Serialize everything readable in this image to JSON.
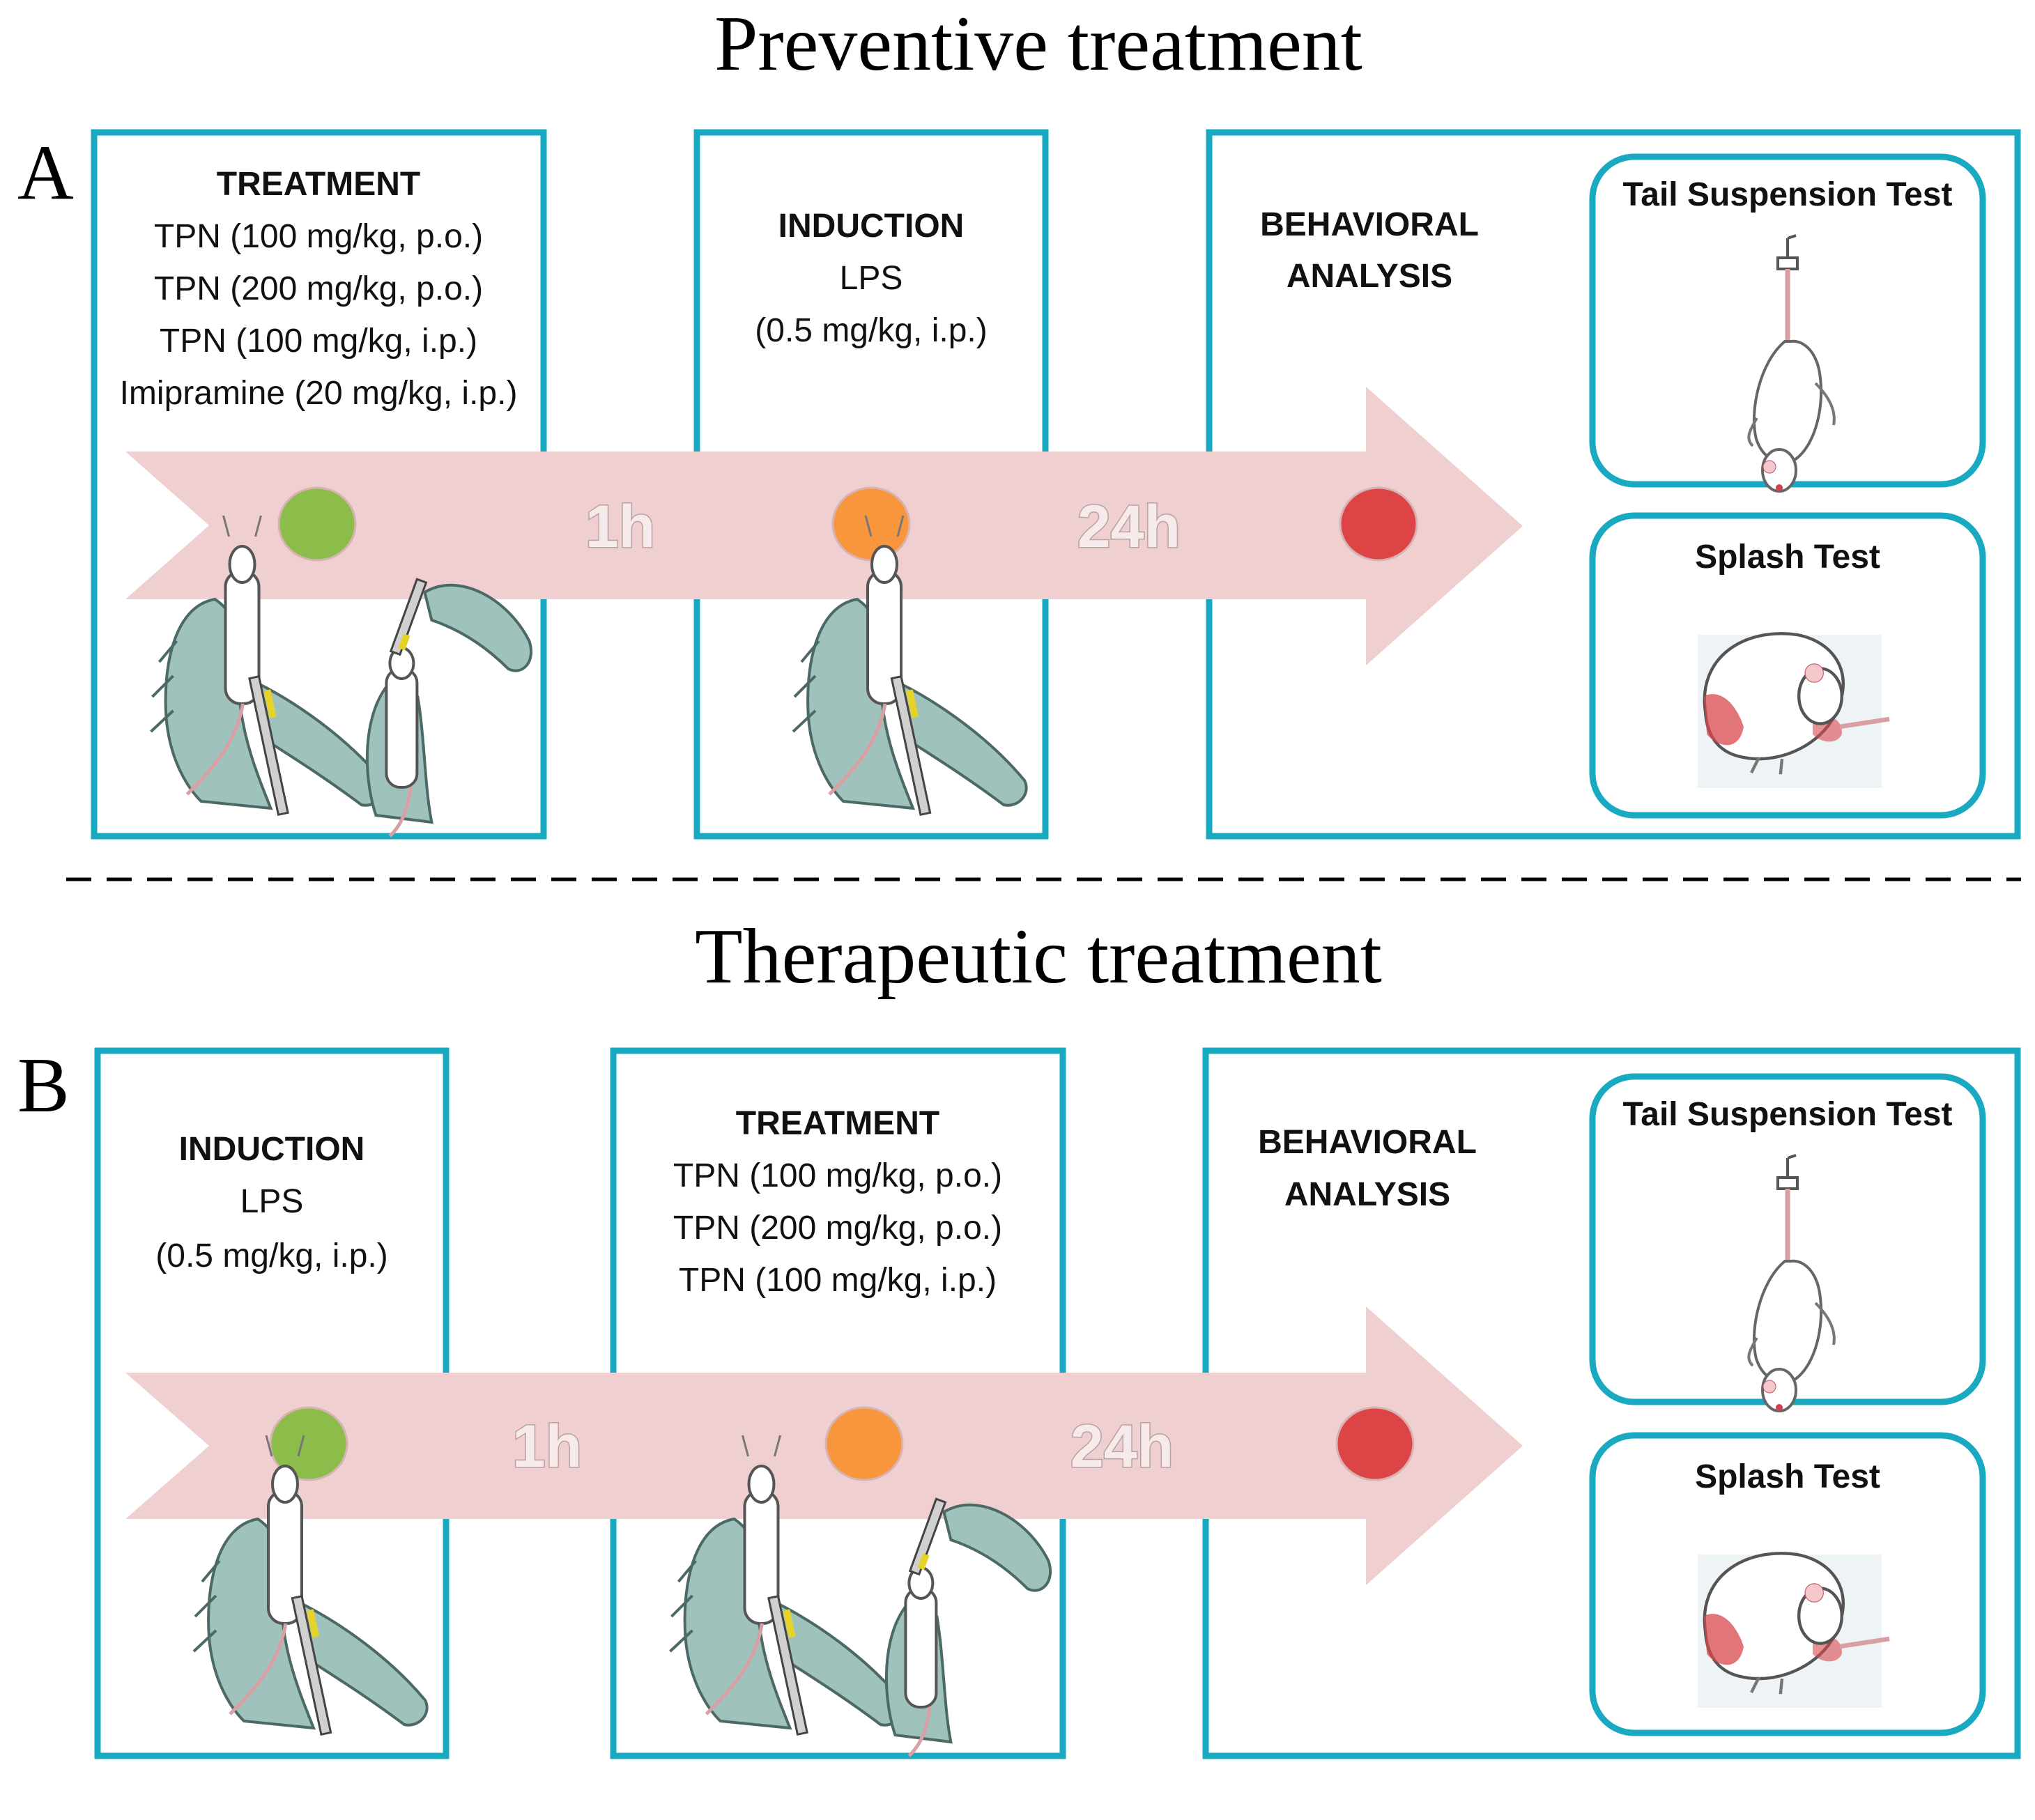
{
  "colors": {
    "panel_border": "#19a9c1",
    "arrow_fill": "#efcfd0",
    "dot_green": "#8cbc4a",
    "dot_orange": "#f8963e",
    "dot_red": "#dc4446",
    "glove": "#9fc2bd",
    "mouse_body": "#ffffff",
    "splash_stain": "#d7474d"
  },
  "panelA": {
    "letter": "A",
    "title": "Preventive treatment",
    "step1": {
      "heading": "TREATMENT",
      "lines": [
        "TPN (100 mg/kg, p.o.)",
        "TPN (200 mg/kg, p.o.)",
        "TPN (100 mg/kg, i.p.)",
        "Imipramine (20 mg/kg, i.p.)"
      ]
    },
    "step2": {
      "heading": "INDUCTION",
      "lines": [
        "LPS",
        "(0.5 mg/kg, i.p.)"
      ]
    },
    "step3": {
      "heading_lines": [
        "BEHAVIORAL",
        "ANALYSIS"
      ],
      "test1": "Tail Suspension Test",
      "test2": "Splash Test"
    },
    "intervals": [
      "1h",
      "24h"
    ]
  },
  "panelB": {
    "letter": "B",
    "title": "Therapeutic treatment",
    "step1": {
      "heading": "INDUCTION",
      "lines": [
        "LPS",
        "(0.5 mg/kg, i.p.)"
      ]
    },
    "step2": {
      "heading": "TREATMENT",
      "lines": [
        "TPN (100 mg/kg, p.o.)",
        "TPN (200 mg/kg, p.o.)",
        "TPN (100 mg/kg, i.p.)"
      ]
    },
    "step3": {
      "heading_lines": [
        "BEHAVIORAL",
        "ANALYSIS"
      ],
      "test1": "Tail Suspension Test",
      "test2": "Splash Test"
    },
    "intervals": [
      "1h",
      "24h"
    ]
  },
  "icons": [
    "ip-injection-icon",
    "oral-gavage-icon",
    "tail-suspension-mouse-icon",
    "splash-test-mouse-icon"
  ]
}
